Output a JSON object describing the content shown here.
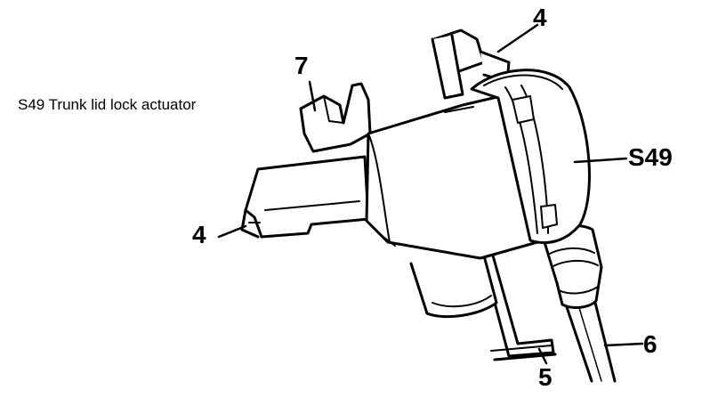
{
  "caption": "S49 Trunk lid lock actuator",
  "callouts": {
    "top_four": "4",
    "seven": "7",
    "s49": "S49",
    "left_four": "4",
    "six": "6",
    "five": "5"
  }
}
